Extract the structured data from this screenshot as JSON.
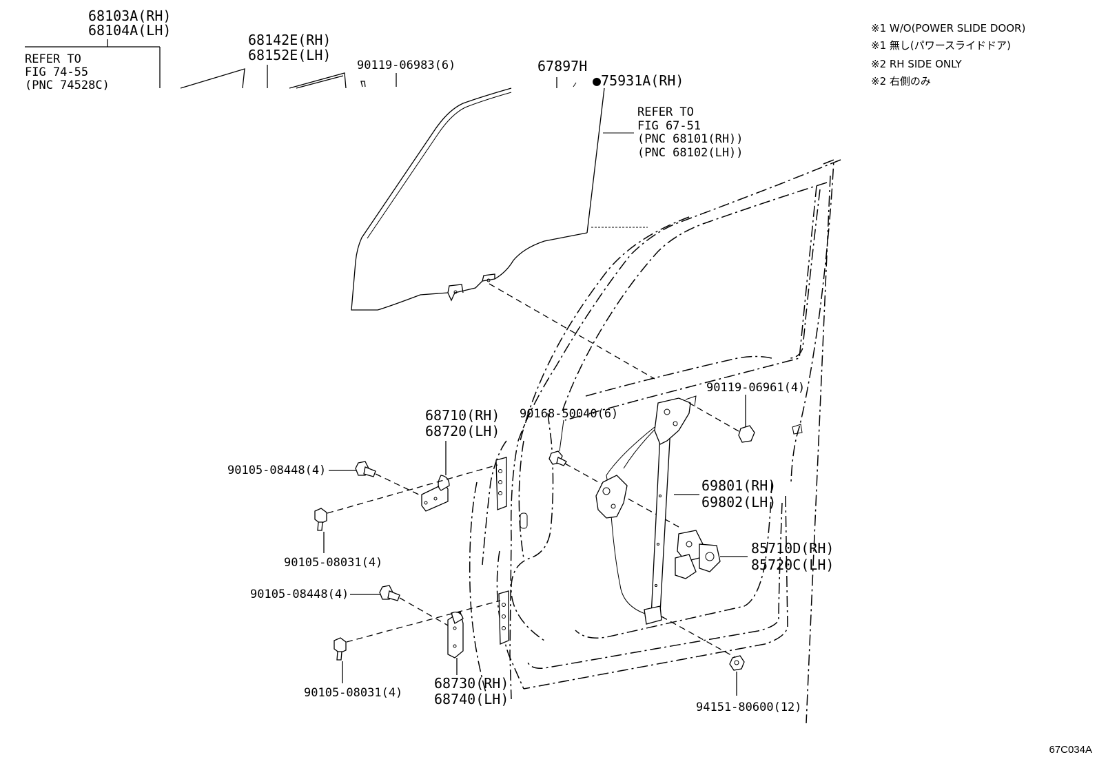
{
  "notes": [
    "※1  W/O(POWER SLIDE DOOR)",
    "※1  無し(パワースライドドア)",
    "※2  RH SIDE ONLY",
    "※2  右側のみ"
  ],
  "labels": {
    "p68103a": "68103A(RH)",
    "p68104a": "68104A(LH)",
    "refer1_l1": "REFER TO",
    "refer1_l2": "FIG 74-55",
    "refer1_l3": "(PNC 74528C)",
    "p68142e": "68142E(RH)",
    "p68152e": "68152E(LH)",
    "p90119_06983": "90119-06983(6)",
    "p67897h": "67897H",
    "p75931a": "●75931A(RH)",
    "refer2_l1": "REFER TO",
    "refer2_l2": "FIG 67-51",
    "refer2_l3": "(PNC 68101(RH))",
    "refer2_l4": "(PNC 68102(LH))",
    "p90119_06961": "90119-06961(4)",
    "p90168_50040": "90168-50040(6)",
    "p68710": "68710(RH)",
    "p68720": "68720(LH)",
    "p90105_08448_a": "90105-08448(4)",
    "p90105_08031_a": "90105-08031(4)",
    "p69801": "69801(RH)",
    "p69802": "69802(LH)",
    "p85710d": "85710D(RH)",
    "p85720c": "85720C(LH)",
    "p90105_08448_b": "90105-08448(4)",
    "p90105_08031_b": "90105-08031(4)",
    "p68730": "68730(RH)",
    "p68740": "68740(LH)",
    "p94151_80600": "94151-80600(12)"
  },
  "figure_code": "67C034A"
}
